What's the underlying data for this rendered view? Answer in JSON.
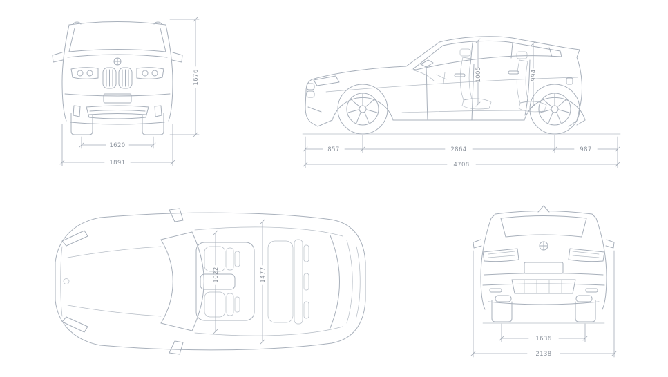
{
  "style": {
    "line_color": "#a8b0bb",
    "dim_line_color": "#a3abb6",
    "text_color": "#8b929c",
    "background_color": "#ffffff"
  },
  "views": {
    "front": {
      "dims": {
        "track_width": "1620",
        "overall_width": "1891",
        "height": "1676"
      }
    },
    "side": {
      "dims": {
        "front_overhang": "857",
        "wheelbase": "2864",
        "rear_overhang": "987",
        "overall_length": "4708",
        "front_headroom": "1005",
        "rear_headroom": "994"
      }
    },
    "top": {
      "dims": {
        "front_interior_width": "1022",
        "rear_interior_width": "1477"
      }
    },
    "rear": {
      "dims": {
        "track_width": "1636",
        "overall_width": "2138"
      }
    }
  }
}
